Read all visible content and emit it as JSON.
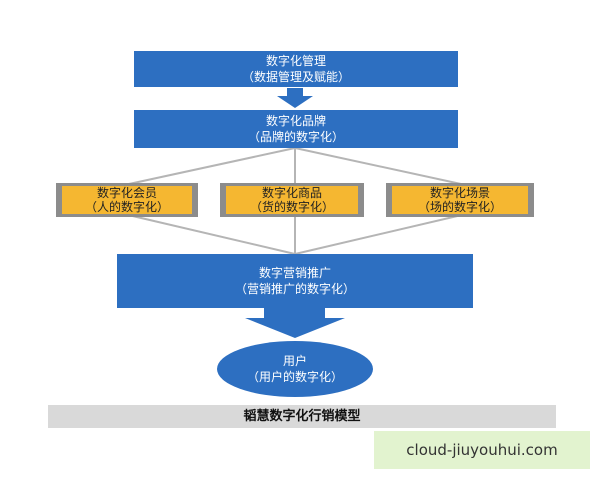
{
  "colors": {
    "blue": "#2d6fc1",
    "yellow": "#f5b731",
    "yellow_border": "#8c8c8c",
    "line": "#b5b5b5",
    "footer_bg": "#d9d9d9",
    "watermark_bg": "#e2f3cf"
  },
  "top_box": {
    "title": "数字化管理",
    "subtitle": "（数据管理及赋能）"
  },
  "brand_box": {
    "title": "数字化品牌",
    "subtitle": "（品牌的数字化）"
  },
  "members": [
    {
      "title": "数字化会员",
      "subtitle": "（人的数字化）"
    },
    {
      "title": "数字化商品",
      "subtitle": "（货的数字化）"
    },
    {
      "title": "数字化场景",
      "subtitle": "（场的数字化）"
    }
  ],
  "marketing_box": {
    "title": "数字营销推广",
    "subtitle": "（营销推广的数字化）"
  },
  "user_ellipse": {
    "title": "用户",
    "subtitle": "（用户的数字化）"
  },
  "footer": {
    "title": "韬慧数字化行销模型"
  },
  "watermark": {
    "text": "cloud-jiuyouhui.com"
  }
}
